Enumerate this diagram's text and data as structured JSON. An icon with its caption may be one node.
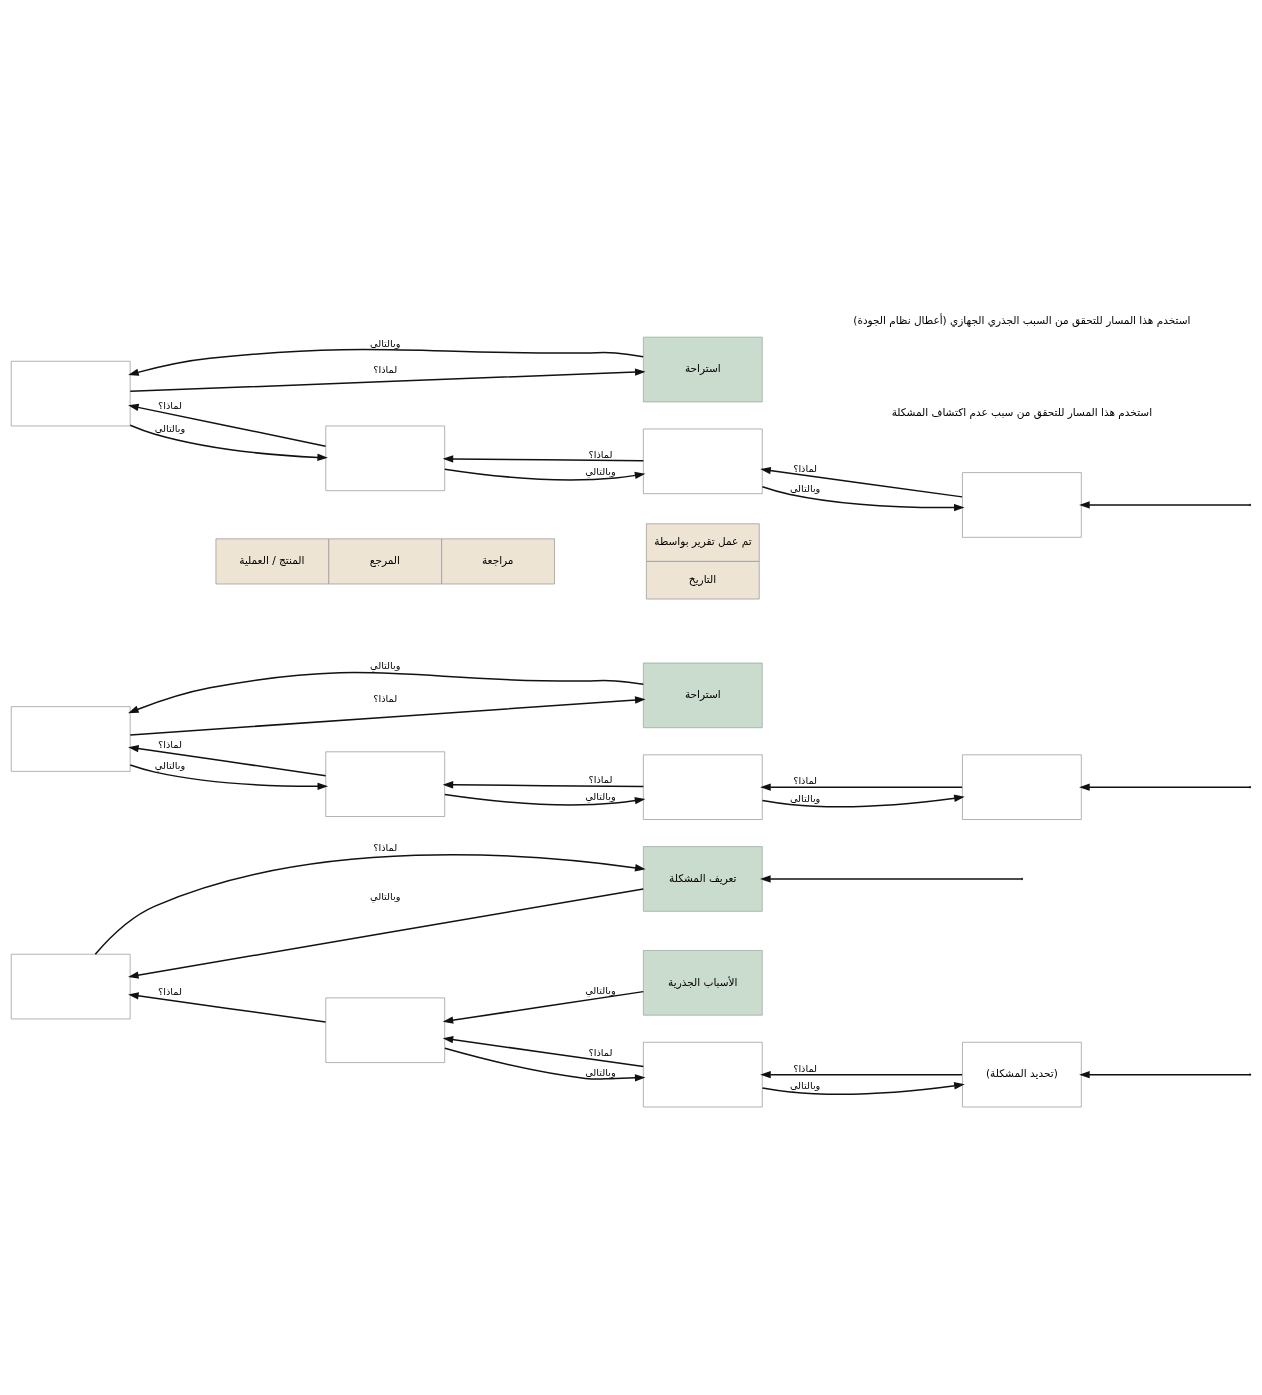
{
  "diagram": {
    "nodes": [
      {
        "text": [
          "الأسباب الجذرية"
        ]
      },
      {
        "text": [
          "(تحديد المشكلة)"
        ]
      },
      {
        "text": [],
        "shape": "box"
      },
      {
        "text": [],
        "shape": "box"
      },
      {
        "text": [],
        "shape": "box"
      },
      {
        "text": [
          "تعريف المشكلة"
        ]
      },
      {
        "text": [],
        "shape": "box"
      },
      {
        "text": [],
        "shape": "box"
      },
      {
        "text": [],
        "shape": "box"
      },
      {
        "text": [],
        "shape": "box"
      },
      {
        "text": [
          "استراحة"
        ]
      },
      {
        "text": [],
        "shape": "box"
      },
      {
        "text": [],
        "shape": "box"
      },
      {
        "text": [],
        "shape": "box"
      },
      {
        "text": [],
        "shape": "box"
      },
      {
        "text": [
          "استراحة"
        ]
      }
    ],
    "edges": [
      {
        "from": 1,
        "to": 2,
        "label": "لماذا؟",
        "arrow": "to"
      },
      {
        "from": 2,
        "to": 1,
        "label": "وبالتالي",
        "arrow": "to"
      },
      {
        "from": 2,
        "to": 3,
        "label": "لماذا؟",
        "arrow": "to"
      },
      {
        "from": 3,
        "to": 2,
        "label": "وبالتالي",
        "arrow": "to"
      },
      {
        "from": 3,
        "to": 4,
        "label": "لماذا؟",
        "arrow": "to"
      },
      {
        "from": 0,
        "to": 3,
        "label": "وبالتالي",
        "arrow": "to"
      },
      {
        "from": 4,
        "to": 5,
        "label": "لماذا؟",
        "arrow": "to"
      },
      {
        "from": 5,
        "to": 4,
        "label": "وبالتالي",
        "arrow": "to"
      },
      {
        "from": 6,
        "to": 7,
        "label": "لماذا؟",
        "arrow": "to"
      },
      {
        "from": 7,
        "to": 6,
        "label": "وبالتالي",
        "arrow": "to"
      },
      {
        "from": 7,
        "to": 8,
        "label": "لماذا؟",
        "arrow": "to"
      },
      {
        "from": 8,
        "to": 7,
        "label": "وبالتالي",
        "arrow": "to"
      },
      {
        "from": 8,
        "to": 9,
        "label": "لماذا؟",
        "arrow": "to"
      },
      {
        "from": 9,
        "to": 8,
        "label": "وبالتالي",
        "arrow": "to"
      },
      {
        "from": 9,
        "to": 10,
        "label": "لماذا؟",
        "arrow": "to"
      },
      {
        "from": 10,
        "to": 9,
        "label": "وبالتالي",
        "arrow": "to"
      },
      {
        "from": null,
        "to": 5,
        "arrow": "to"
      },
      {
        "from": 11,
        "to": 12,
        "label": "لماذا؟",
        "arrow": "to"
      },
      {
        "from": 12,
        "to": 11,
        "label": "وبالتالي",
        "arrow": "to"
      },
      {
        "from": 12,
        "to": 13,
        "label": "لماذا؟",
        "arrow": "to"
      },
      {
        "from": 13,
        "to": 12,
        "label": "وبالتالي",
        "arrow": "to"
      },
      {
        "from": 13,
        "to": 14,
        "label": "لماذا؟",
        "arrow": "to"
      },
      {
        "from": 14,
        "to": 13,
        "label": "وبالتالي",
        "arrow": "to"
      },
      {
        "from": 14,
        "to": 15,
        "label": "لماذا؟",
        "arrow": "to"
      },
      {
        "from": 15,
        "to": 14,
        "label": "وبالتالي",
        "arrow": "to"
      },
      {
        "from": null,
        "to": 1,
        "arrow": "to"
      },
      {
        "from": null,
        "to": 6,
        "arrow": "to"
      },
      {
        "from": null,
        "to": 11,
        "arrow": "to"
      }
    ],
    "labels": [
      "استخدم هذا المسار للتحقق من سبب عدم اكتشاف المشكلة",
      "استخدم هذا المسار للتحقق من السبب الجذري الجهازي (أعطال نظام الجودة)",
      "تم عمل تقرير بواسطة",
      "التاريخ",
      "مراجعة",
      "المرجع",
      "المنتج / العملية"
    ]
  }
}
